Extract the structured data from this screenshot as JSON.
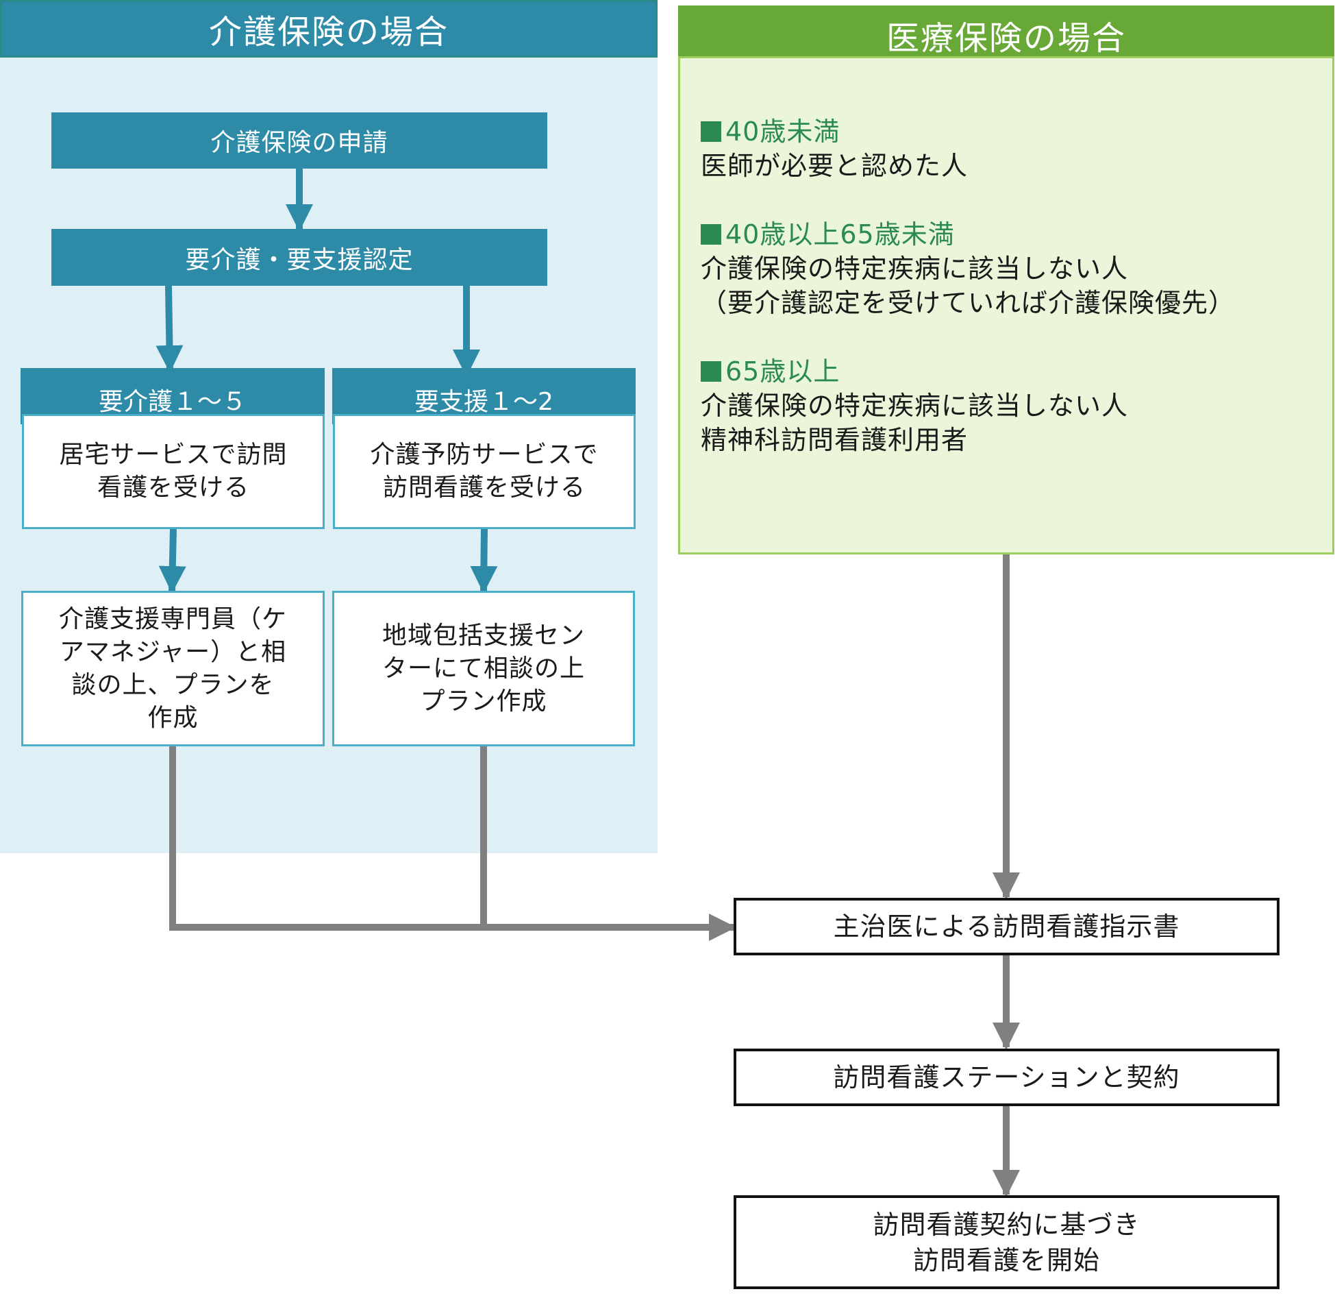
{
  "kaigo": {
    "header": "介護保険の場合",
    "apply": "介護保険の申請",
    "certify": "要介護・要支援認定",
    "care_level": "要介護１～５",
    "support_level": "要支援１～2",
    "care_service": [
      "居宅サービスで訪問",
      "看護を受ける"
    ],
    "prevent_service": [
      "介護予防サービスで",
      "訪問看護を受ける"
    ],
    "care_manager": [
      "介護支援専門員（ケ",
      "アマネジャー）と相",
      "談の上、プランを",
      "作成"
    ],
    "center": [
      "地域包括支援セン",
      "ターにて相談の上",
      "プラン作成"
    ]
  },
  "iryo": {
    "header": "医療保険の場合",
    "groups": [
      {
        "title": "40歳未満",
        "lines": [
          "医師が必要と認めた人"
        ]
      },
      {
        "title": "40歳以上65歳未満",
        "lines": [
          "介護保険の特定疾病に該当しない人",
          "（要介護認定を受けていれば介護保険優先）"
        ]
      },
      {
        "title": "65歳以上",
        "lines": [
          "介護保険の特定疾病に該当しない人",
          "精神科訪問看護利用者"
        ]
      }
    ]
  },
  "flow": {
    "instruction": "主治医による訪問看護指示書",
    "contract": "訪問看護ステーションと契約",
    "start": [
      "訪問看護契約に基づき",
      "訪問看護を開始"
    ]
  },
  "colors": {
    "teal": "#2e8ba8",
    "green": "#67a836",
    "arrow_gray": "#808080"
  }
}
